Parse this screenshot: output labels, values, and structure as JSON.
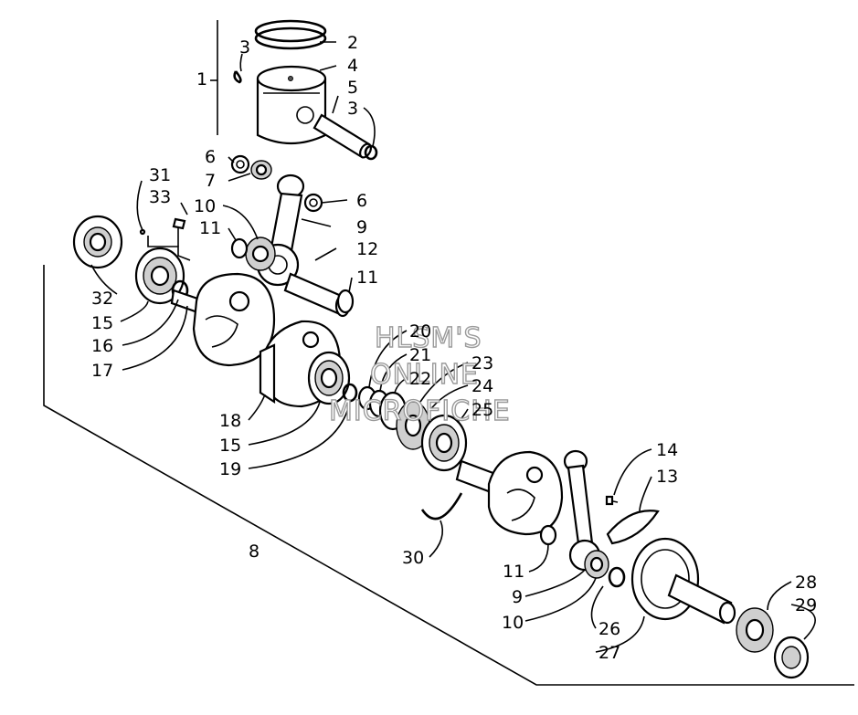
{
  "watermark": {
    "line1": "HLSM'S",
    "line2": "ONLINE",
    "line3": "MICROFICHE"
  },
  "callouts": [
    {
      "id": "c1",
      "text": "1"
    },
    {
      "id": "c2",
      "text": "2"
    },
    {
      "id": "c3a",
      "text": "3"
    },
    {
      "id": "c3b",
      "text": "3"
    },
    {
      "id": "c4",
      "text": "4"
    },
    {
      "id": "c5",
      "text": "5"
    },
    {
      "id": "c6a",
      "text": "6"
    },
    {
      "id": "c6b",
      "text": "6"
    },
    {
      "id": "c7",
      "text": "7"
    },
    {
      "id": "c8",
      "text": "8"
    },
    {
      "id": "c9a",
      "text": "9"
    },
    {
      "id": "c9b",
      "text": "9"
    },
    {
      "id": "c10a",
      "text": "10"
    },
    {
      "id": "c10b",
      "text": "10"
    },
    {
      "id": "c11a",
      "text": "11"
    },
    {
      "id": "c11b",
      "text": "11"
    },
    {
      "id": "c11c",
      "text": "11"
    },
    {
      "id": "c12",
      "text": "12"
    },
    {
      "id": "c13",
      "text": "13"
    },
    {
      "id": "c14",
      "text": "14"
    },
    {
      "id": "c15a",
      "text": "15"
    },
    {
      "id": "c15b",
      "text": "15"
    },
    {
      "id": "c16",
      "text": "16"
    },
    {
      "id": "c17",
      "text": "17"
    },
    {
      "id": "c18",
      "text": "18"
    },
    {
      "id": "c19",
      "text": "19"
    },
    {
      "id": "c20",
      "text": "20"
    },
    {
      "id": "c21",
      "text": "21"
    },
    {
      "id": "c22",
      "text": "22"
    },
    {
      "id": "c23",
      "text": "23"
    },
    {
      "id": "c24",
      "text": "24"
    },
    {
      "id": "c25",
      "text": "25"
    },
    {
      "id": "c26",
      "text": "26"
    },
    {
      "id": "c27",
      "text": "27"
    },
    {
      "id": "c28",
      "text": "28"
    },
    {
      "id": "c29",
      "text": "29"
    },
    {
      "id": "c30",
      "text": "30"
    },
    {
      "id": "c31",
      "text": "31"
    },
    {
      "id": "c32",
      "text": "32"
    },
    {
      "id": "c33",
      "text": "33"
    }
  ]
}
